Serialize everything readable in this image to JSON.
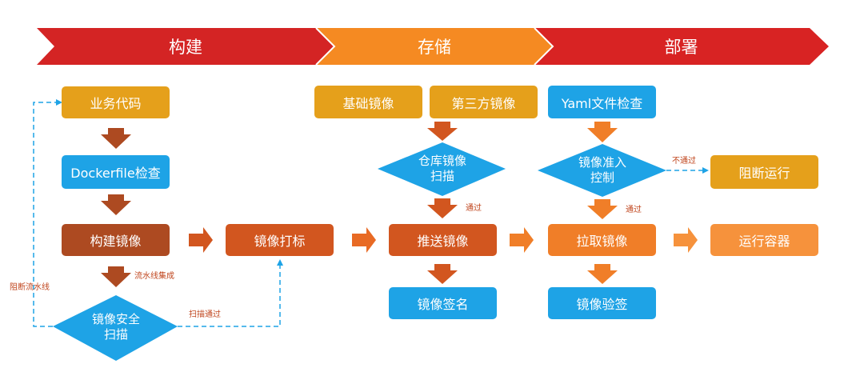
{
  "colors": {
    "build_band": "#d42424",
    "storage_band": "#f58a22",
    "deploy_band": "#d82323",
    "blue": "#1ea3e6",
    "amber": "#e5a01b",
    "brown": "#ad4a21",
    "rust": "#d2561f",
    "orange": "#f07e28",
    "dashed_line": "#1ea3e6"
  },
  "stages": {
    "build": "构建",
    "storage": "存储",
    "deploy": "部署"
  },
  "build": {
    "business_code": "业务代码",
    "dockerfile_check": "Dockerfile检查",
    "build_image": "构建镜像",
    "pipeline_integration": "流水线集成",
    "security_scan_line1": "镜像安全",
    "security_scan_line2": "扫描",
    "block_pipeline": "阻断流水线",
    "scan_passed": "扫描通过",
    "image_tagging": "镜像打标"
  },
  "storage": {
    "base_image": "基础镜像",
    "third_party_image": "第三方镜像",
    "repo_scan_line1": "仓库镜像",
    "repo_scan_line2": "扫描",
    "passed": "通过",
    "push_image": "推送镜像",
    "image_signing": "镜像签名"
  },
  "deploy": {
    "yaml_check": "Yaml文件检查",
    "admission_line1": "镜像准入",
    "admission_line2": "控制",
    "not_passed": "不通过",
    "block_run": "阻断运行",
    "passed": "通过",
    "pull_image": "拉取镜像",
    "verify_signature": "镜像验签",
    "run_container": "运行容器"
  }
}
